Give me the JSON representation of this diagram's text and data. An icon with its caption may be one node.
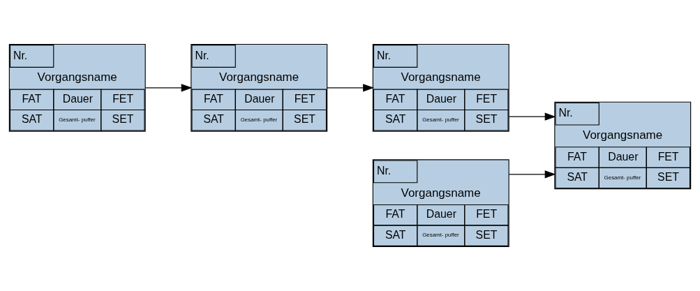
{
  "diagram": {
    "nodes": [
      {
        "text": [
          "Nr.",
          "Vorgangsname",
          "FAT",
          "Dauer",
          "FET",
          "SAT",
          "Gesamt- puffer",
          "SET"
        ]
      },
      {
        "text": [
          "Nr.",
          "Vorgangsname",
          "FAT",
          "Dauer",
          "FET",
          "SAT",
          "Gesamt- puffer",
          "SET"
        ]
      },
      {
        "text": [
          "Nr.",
          "Vorgangsname",
          "FAT",
          "Dauer",
          "FET",
          "SAT",
          "Gesamt- puffer",
          "SET"
        ]
      },
      {
        "text": [
          "Nr.",
          "Vorgangsname",
          "FAT",
          "Dauer",
          "FET",
          "SAT",
          "Gesamt- puffer",
          "SET"
        ]
      },
      {
        "text": [
          "Nr.",
          "Vorgangsname",
          "FAT",
          "Dauer",
          "FET",
          "SAT",
          "Gesamt- puffer",
          "SET"
        ]
      }
    ],
    "edges": [
      {
        "from": 0,
        "to": 3,
        "arrow": "to"
      },
      {
        "from": 3,
        "to": 4,
        "arrow": "to"
      },
      {
        "from": 1,
        "to": 2,
        "arrow": "to"
      },
      {
        "from": 4,
        "to": 2,
        "arrow": "to"
      }
    ]
  }
}
